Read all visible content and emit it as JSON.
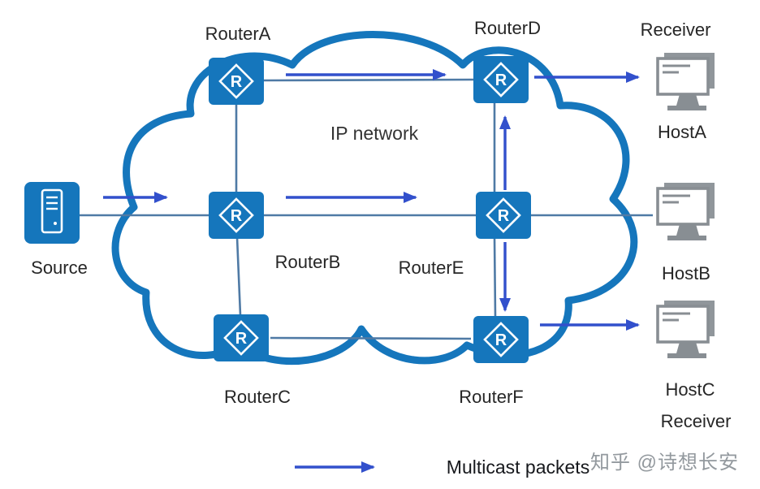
{
  "diagram": {
    "cloud_label": "IP network",
    "router_glyph": "R",
    "nodes": {
      "source": "Source",
      "routerA": "RouterA",
      "routerB": "RouterB",
      "routerC": "RouterC",
      "routerD": "RouterD",
      "routerE": "RouterE",
      "routerF": "RouterF",
      "hostA": "HostA",
      "hostB": "HostB",
      "hostC": "HostC",
      "receiver_top": "Receiver",
      "receiver_bottom": "Receiver"
    },
    "legend_label": "Multicast packets",
    "watermark": "知乎 @诗想长安",
    "colors": {
      "router_blue": "#1576bc",
      "link_blue": "#4f7aa5",
      "arrow_blue": "#3250cc",
      "host_gray": "#888e93",
      "text": "#262626",
      "watermark_gray": "#9aa0a6"
    },
    "links": [
      "Source-RouterB",
      "RouterA-RouterB",
      "RouterB-RouterC",
      "RouterA-RouterD",
      "RouterB-RouterE",
      "RouterD-RouterE",
      "RouterE-RouterF",
      "RouterC-RouterF",
      "RouterE-HostB"
    ],
    "flows": [
      "Source→RouterB",
      "RouterA→RouterD",
      "RouterB→RouterE",
      "RouterE→RouterD",
      "RouterE→RouterF",
      "RouterD→HostA",
      "RouterF→HostC"
    ]
  }
}
